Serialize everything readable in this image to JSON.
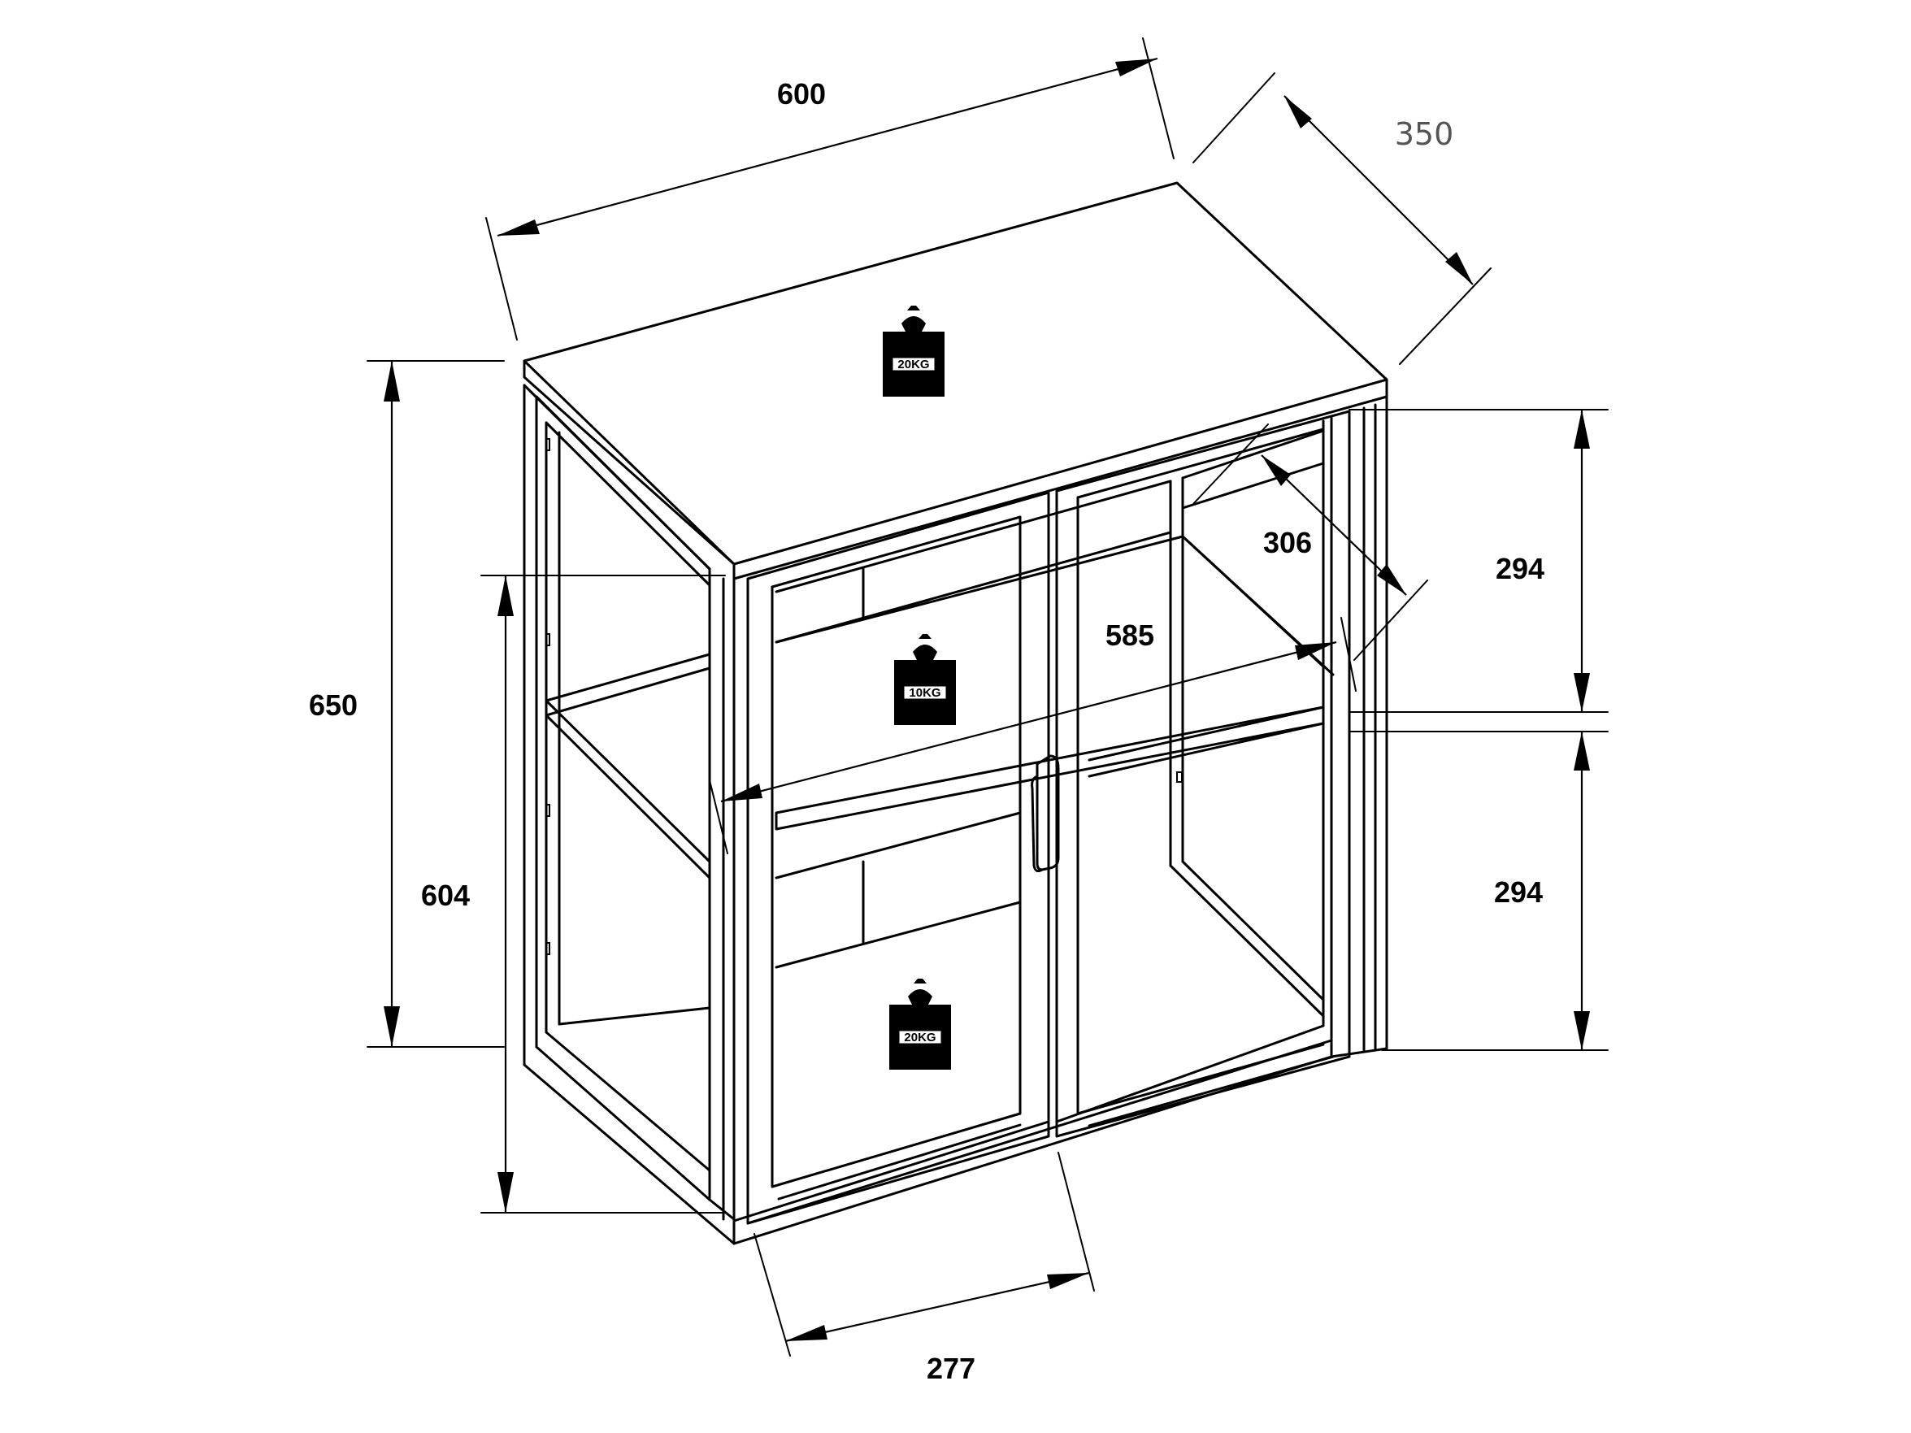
{
  "dimensions": {
    "width": "600",
    "depth": "350",
    "height_total": "650",
    "height_body": "604",
    "door_width": "277",
    "shelf_length": "585",
    "shelf_depth": "306",
    "compartment_upper": "294",
    "compartment_lower": "294"
  },
  "loads": {
    "top": "20KG",
    "shelf": "10KG",
    "bottom": "20KG"
  },
  "colors": {
    "line": "#000000",
    "background": "#ffffff",
    "depth_label": "#555555"
  }
}
